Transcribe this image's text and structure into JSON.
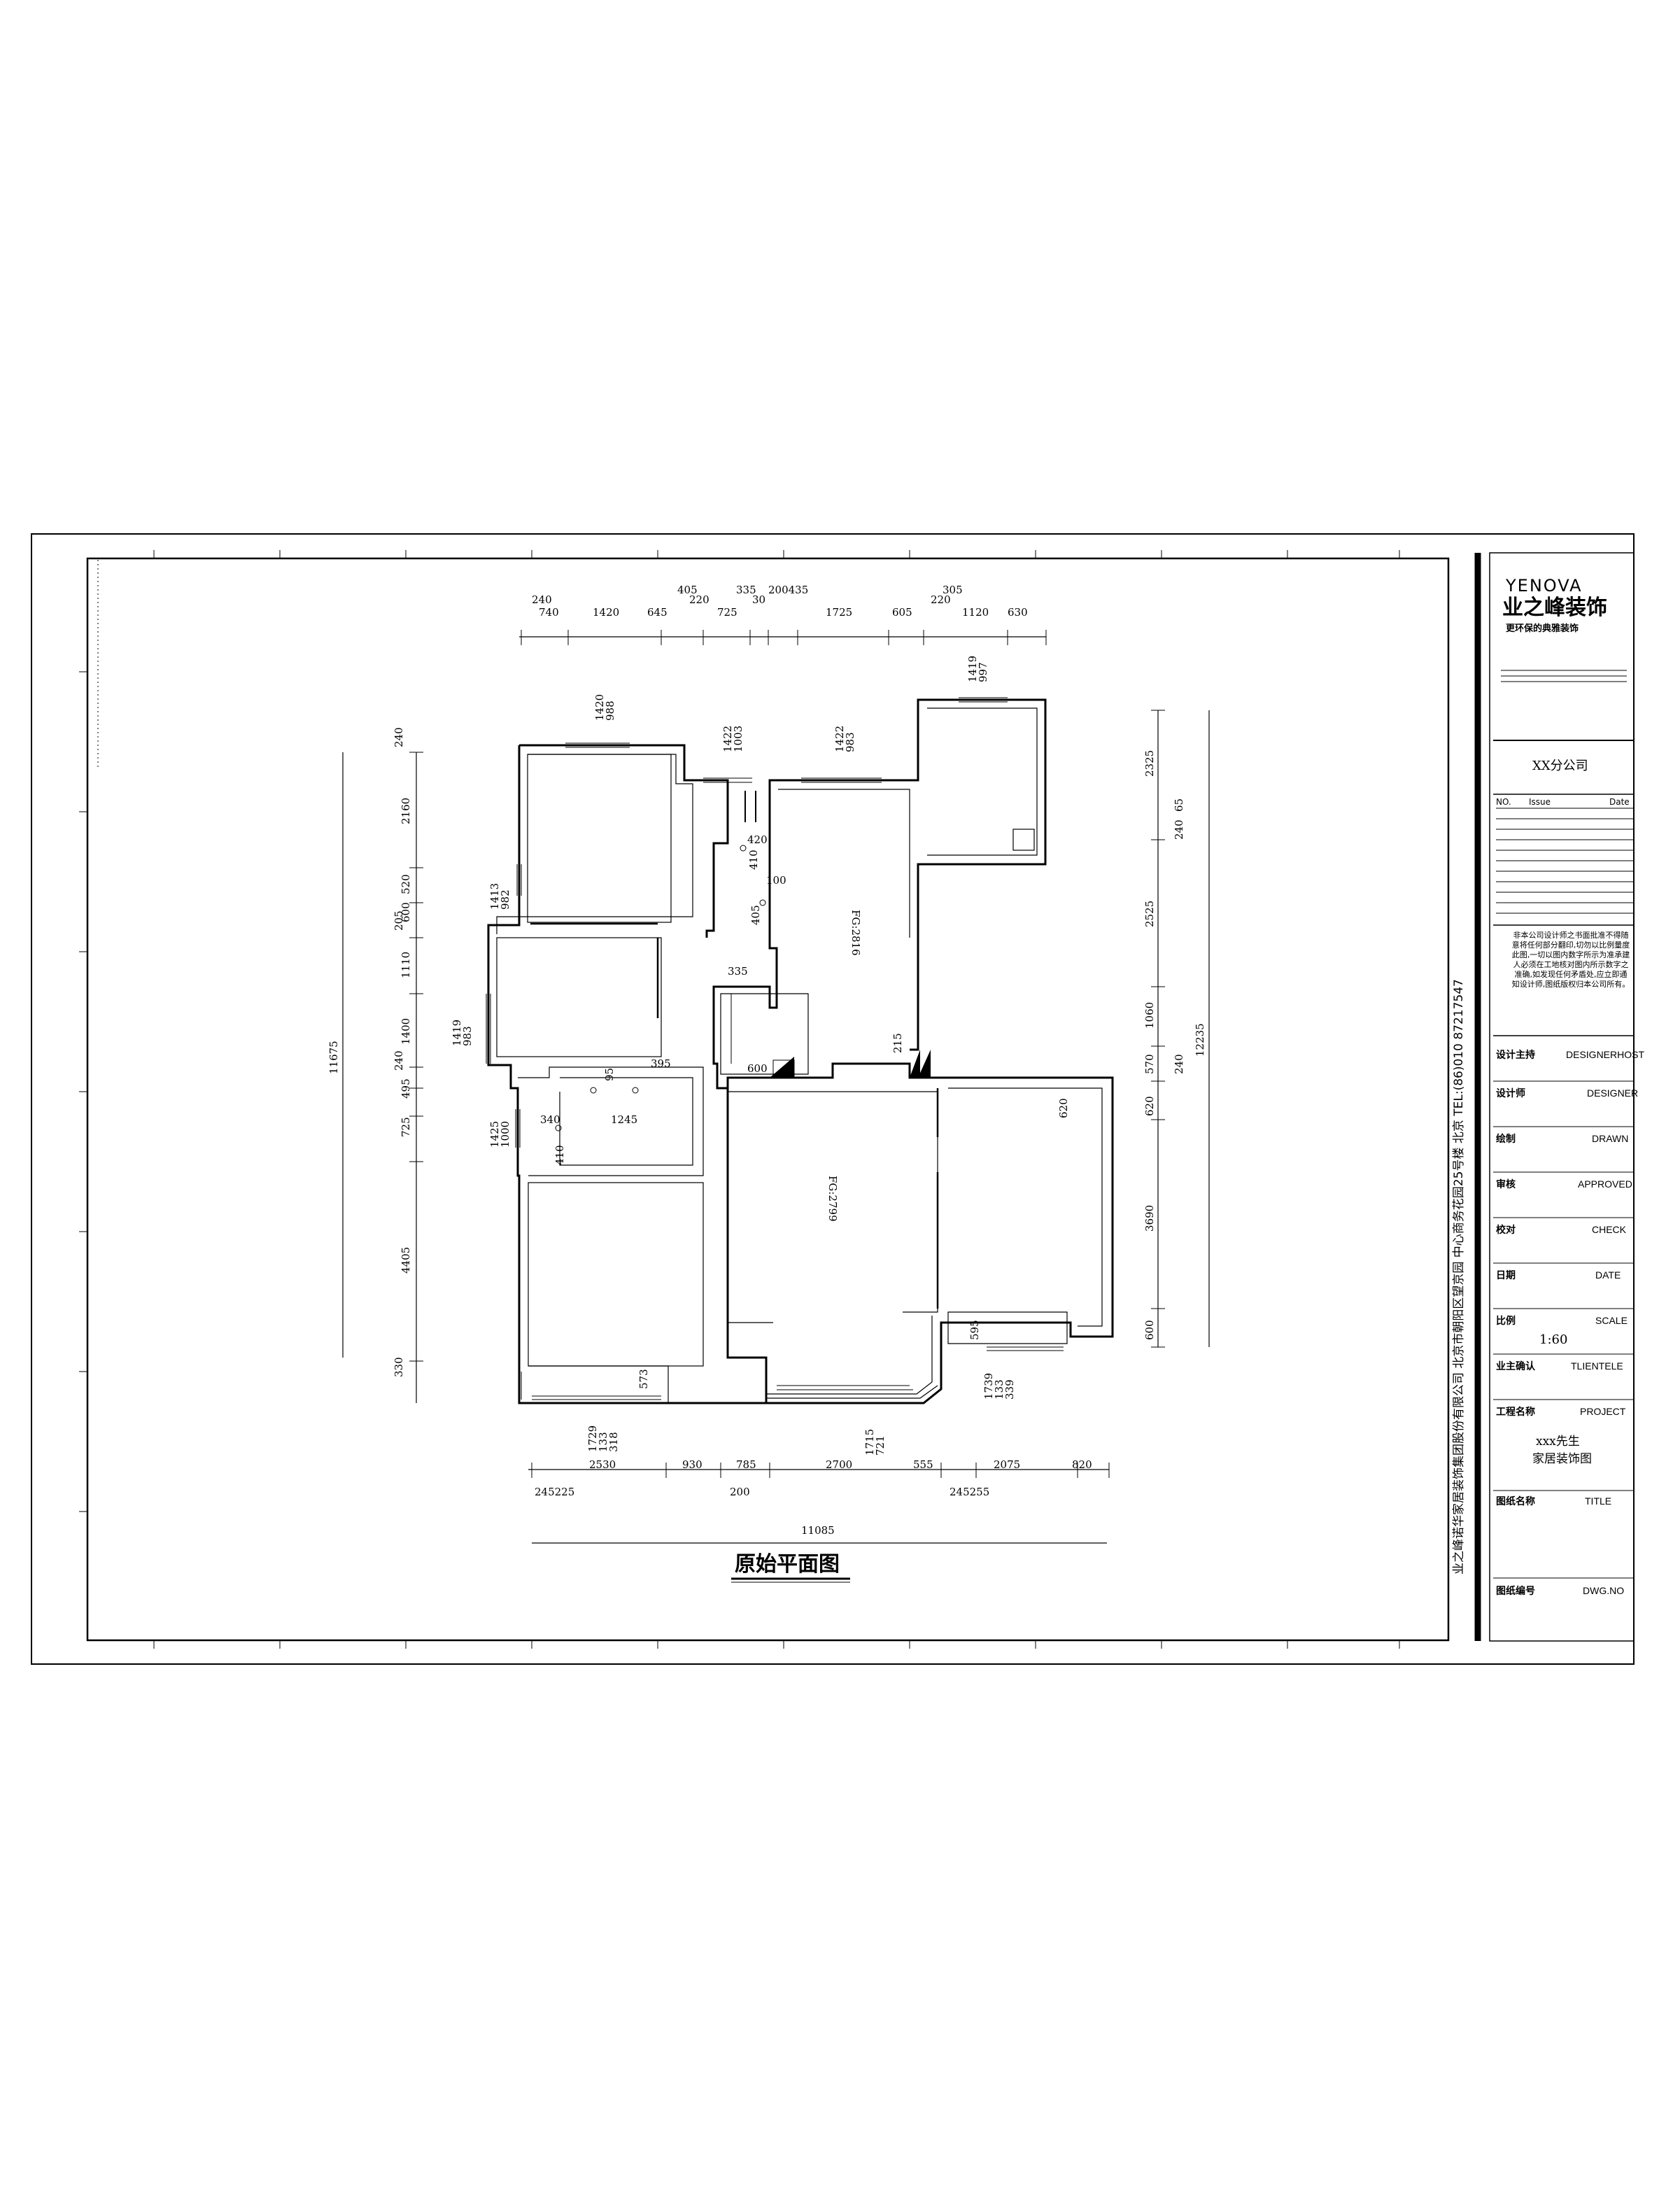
{
  "drawing": {
    "title": "原始平面图",
    "top_dims_row1": [
      "240",
      "405",
      "220",
      "335",
      "30",
      "200435",
      "305",
      "220"
    ],
    "top_dims_row2": [
      "740",
      "1420",
      "645",
      "725",
      "1725",
      "605",
      "1120",
      "630"
    ],
    "bottom_dims": [
      "2530",
      "930",
      "785",
      "2700",
      "555",
      "2075",
      "820"
    ],
    "bottom_small": [
      "245225",
      "200",
      "245255"
    ],
    "total_width": "11085",
    "left_dims": [
      "240",
      "2160",
      "520",
      "600",
      "205",
      "1110",
      "1400",
      "240",
      "495",
      "725",
      "4405",
      "330"
    ],
    "left_total": "11675",
    "right_dims": [
      "2325",
      "2525",
      "1060",
      "570",
      "620",
      "3690",
      "600"
    ],
    "right_small": [
      "240",
      "65",
      "240"
    ],
    "right_total": "12235",
    "window_labels": [
      "1420\n988",
      "1422\n1003",
      "1422\n983",
      "1419\n997",
      "1413\n982",
      "1419\n983",
      "1425\n1000",
      "1729\n133\n318",
      "1715\n721",
      "1739\n133\n339"
    ],
    "interior_labels": [
      "420",
      "410",
      "100",
      "405",
      "335",
      "600",
      "215",
      "620",
      "95",
      "395",
      "340",
      "1245",
      "410",
      "595",
      "573"
    ],
    "fg_labels": [
      "FG:2816",
      "FG:2799"
    ]
  },
  "title_block": {
    "brand_en": "YENOVA",
    "brand_cn": "业之峰装饰",
    "slogan": "更环保的典雅装饰",
    "branch": "XX分公司",
    "no_label": "NO.",
    "issue_label": "Issue",
    "date_label": "Date",
    "notice": "非本公司设计师之书面批准不得随意将任何部分翻印,切勿以比例量度此图,一切以图内数字所示为准承建人必须在工地核对图内所示数字之准确,如发现任何矛盾处,应立即通知设计师,图纸版权归本公司所有。",
    "rows": [
      {
        "cn": "设计主持",
        "en": "DESIGNERHOST",
        "value": ""
      },
      {
        "cn": "设计师",
        "en": "DESIGNER",
        "value": ""
      },
      {
        "cn": "绘制",
        "en": "DRAWN",
        "value": ""
      },
      {
        "cn": "审核",
        "en": "APPROVED",
        "value": ""
      },
      {
        "cn": "校对",
        "en": "CHECK",
        "value": ""
      },
      {
        "cn": "日期",
        "en": "DATE",
        "value": ""
      },
      {
        "cn": "比例",
        "en": "SCALE",
        "value": "1:60"
      },
      {
        "cn": "业主确认",
        "en": "TLIENTELE",
        "value": ""
      },
      {
        "cn": "工程名称",
        "en": "PROJECT",
        "value": ""
      }
    ],
    "project_line1": "xxx先生",
    "project_line2": "家居装饰图",
    "title_row": {
      "cn": "图纸名称",
      "en": "TITLE"
    },
    "dwg_row": {
      "cn": "图纸编号",
      "en": "DWG.NO"
    },
    "company_vertical": "业之峰诺华家居装饰集团股份有限公司 北京市朝阳区望京园 中心商务花园25号楼 北京 TEL:(86)010 87217547"
  }
}
